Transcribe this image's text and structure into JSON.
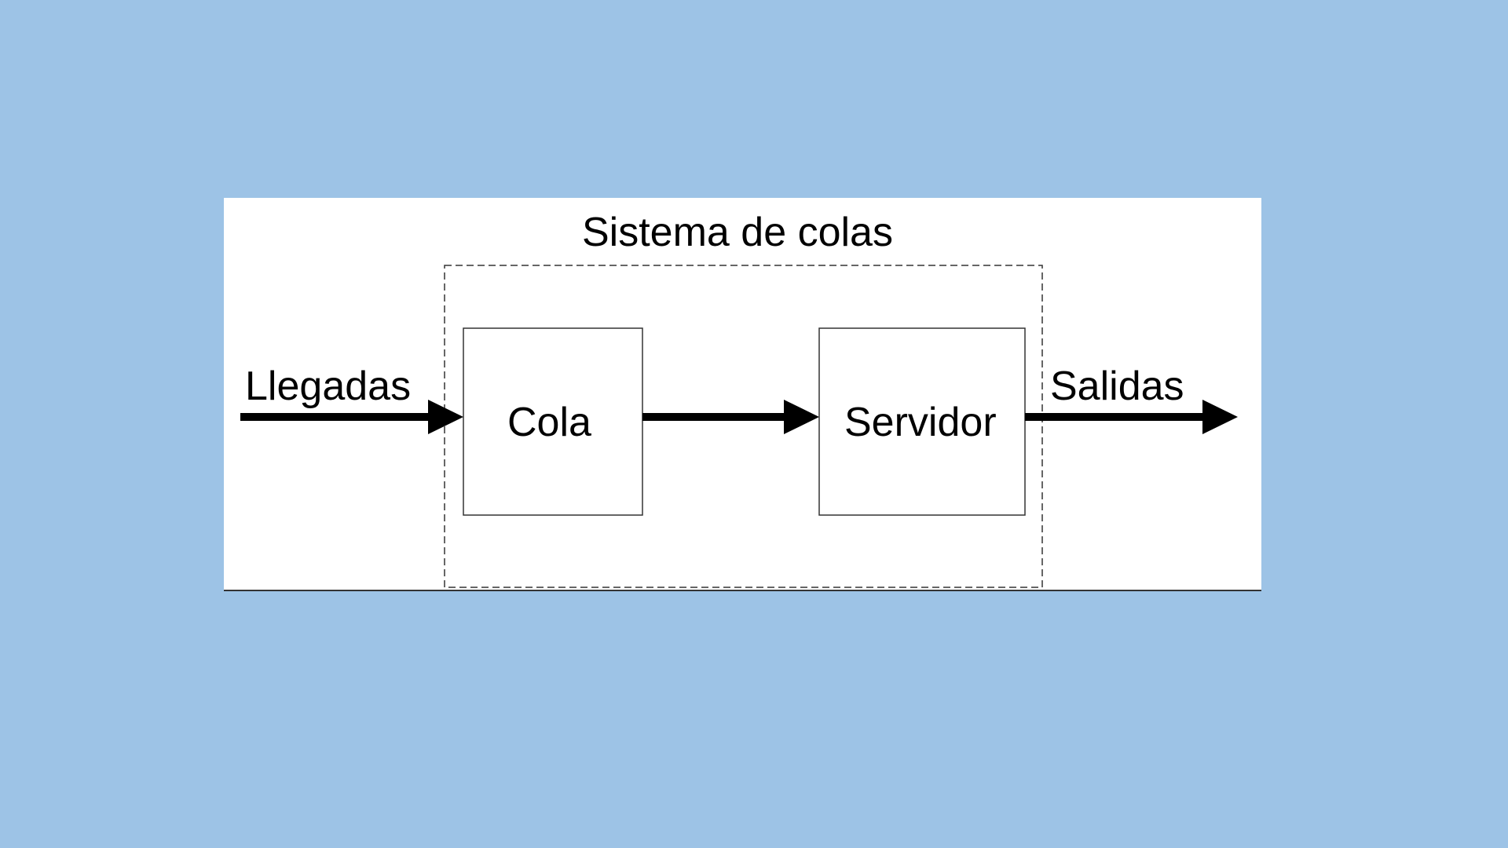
{
  "diagram": {
    "title": "Sistema de colas",
    "input_label": "Llegadas",
    "output_label": "Salidas",
    "nodes": [
      {
        "id": "queue",
        "label": "Cola"
      },
      {
        "id": "server",
        "label": "Servidor"
      }
    ],
    "edges": [
      {
        "from": "external",
        "to": "queue",
        "label": "Llegadas"
      },
      {
        "from": "queue",
        "to": "server",
        "label": ""
      },
      {
        "from": "server",
        "to": "external",
        "label": "Salidas"
      }
    ],
    "colors": {
      "background": "#9dc3e6",
      "panel": "#ffffff",
      "stroke": "#000000"
    }
  }
}
